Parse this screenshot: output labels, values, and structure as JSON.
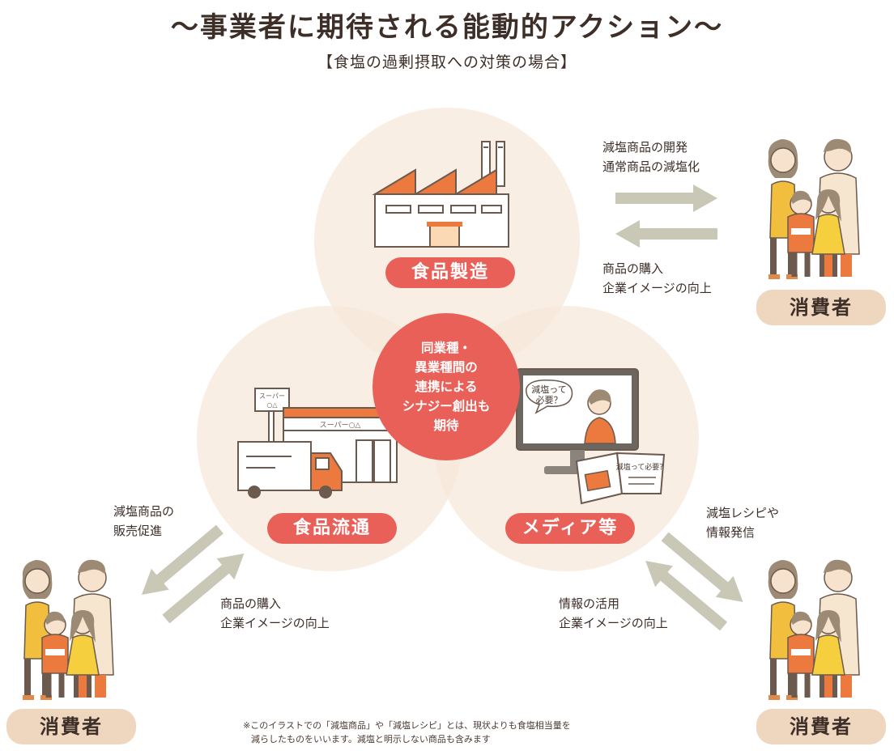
{
  "title": "〜事業者に期待される能動的アクション〜",
  "subtitle": "【食塩の過剰摂取への対策の場合】",
  "circles": {
    "manufacturing": "食品製造",
    "distribution": "食品流通",
    "media": "メディア等"
  },
  "center_text": [
    "同業種・",
    "異業種間の",
    "連携による",
    "シナジー創出も",
    "期待"
  ],
  "illustration_text": {
    "store_sign": "スーパー○△",
    "store_sign_small": "スーパー",
    "store_sign_small2": "○△",
    "tv_speech": [
      "減塩って",
      "必要？"
    ],
    "book_title": "減塩って必要？"
  },
  "consumer_label": "消費者",
  "flows": {
    "manufacturing_out": [
      "減塩商品の開発",
      "通常商品の減塩化"
    ],
    "manufacturing_in": [
      "商品の購入",
      "企業イメージの向上"
    ],
    "distribution_out": [
      "減塩商品の",
      "販売促進"
    ],
    "distribution_in": [
      "商品の購入",
      "企業イメージの向上"
    ],
    "media_out": [
      "減塩レシピや",
      "情報発信"
    ],
    "media_in": [
      "情報の活用",
      "企業イメージの向上"
    ]
  },
  "footnote": [
    "※このイラストでの「減塩商品」や「減塩レシピ」とは、現状よりも食塩相当量を",
    "減らしたものをいいます。減塩と明示しない商品も含みます"
  ],
  "colors": {
    "accent": "#e96059",
    "circle_fill": "#f6e7da",
    "consumer_tag": "#efd6be",
    "arrow": "#c9c8b6",
    "illustration_orange": "#ec7a3e"
  }
}
